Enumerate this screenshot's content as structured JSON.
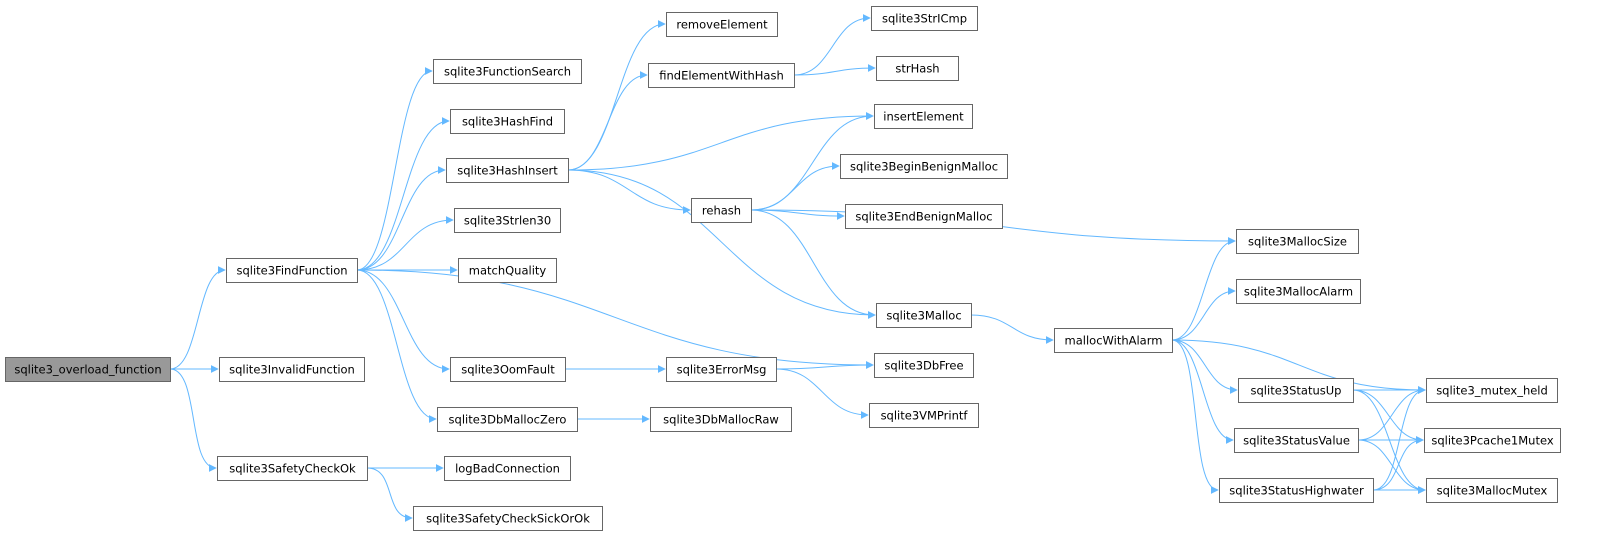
{
  "diagram": {
    "edge_color": "#63b8ff",
    "root_fill": "#999999",
    "nodes": [
      {
        "id": "overload",
        "label": "sqlite3_overload_function",
        "root": true
      },
      {
        "id": "findfunc",
        "label": "sqlite3FindFunction"
      },
      {
        "id": "invalid",
        "label": "sqlite3InvalidFunction"
      },
      {
        "id": "safety",
        "label": "sqlite3SafetyCheckOk"
      },
      {
        "id": "funcsearch",
        "label": "sqlite3FunctionSearch"
      },
      {
        "id": "hashfind",
        "label": "sqlite3HashFind"
      },
      {
        "id": "hashinsert",
        "label": "sqlite3HashInsert"
      },
      {
        "id": "strlen30",
        "label": "sqlite3Strlen30"
      },
      {
        "id": "matchq",
        "label": "matchQuality"
      },
      {
        "id": "oomfault",
        "label": "sqlite3OomFault"
      },
      {
        "id": "dbmalloczero",
        "label": "sqlite3DbMallocZero"
      },
      {
        "id": "logbad",
        "label": "logBadConnection"
      },
      {
        "id": "sickorok",
        "label": "sqlite3SafetyCheckSickOrOk"
      },
      {
        "id": "removeel",
        "label": "removeElement"
      },
      {
        "id": "findelhash",
        "label": "findElementWithHash"
      },
      {
        "id": "rehash",
        "label": "rehash"
      },
      {
        "id": "errormsg",
        "label": "sqlite3ErrorMsg"
      },
      {
        "id": "dbmallocraw",
        "label": "sqlite3DbMallocRaw"
      },
      {
        "id": "stricmp",
        "label": "sqlite3StrICmp"
      },
      {
        "id": "strhash",
        "label": "strHash"
      },
      {
        "id": "insertel",
        "label": "insertElement"
      },
      {
        "id": "beginbenign",
        "label": "sqlite3BeginBenignMalloc"
      },
      {
        "id": "endbenign",
        "label": "sqlite3EndBenignMalloc"
      },
      {
        "id": "malloc",
        "label": "sqlite3Malloc"
      },
      {
        "id": "dbfree",
        "label": "sqlite3DbFree"
      },
      {
        "id": "vmprintf",
        "label": "sqlite3VMPrintf"
      },
      {
        "id": "mallocalarm_fn",
        "label": "mallocWithAlarm"
      },
      {
        "id": "mallocsize",
        "label": "sqlite3MallocSize"
      },
      {
        "id": "mallocalarm",
        "label": "sqlite3MallocAlarm"
      },
      {
        "id": "statusup",
        "label": "sqlite3StatusUp"
      },
      {
        "id": "statusvalue",
        "label": "sqlite3StatusValue"
      },
      {
        "id": "statushw",
        "label": "sqlite3StatusHighwater"
      },
      {
        "id": "mutexheld",
        "label": "sqlite3_mutex_held"
      },
      {
        "id": "pcache",
        "label": "sqlite3Pcache1Mutex"
      },
      {
        "id": "mallocmutex",
        "label": "sqlite3MallocMutex"
      }
    ],
    "edges": [
      [
        "overload",
        "findfunc"
      ],
      [
        "overload",
        "invalid"
      ],
      [
        "overload",
        "safety"
      ],
      [
        "findfunc",
        "funcsearch"
      ],
      [
        "findfunc",
        "hashfind"
      ],
      [
        "findfunc",
        "hashinsert"
      ],
      [
        "findfunc",
        "strlen30"
      ],
      [
        "findfunc",
        "matchq"
      ],
      [
        "findfunc",
        "dbfree"
      ],
      [
        "findfunc",
        "oomfault"
      ],
      [
        "findfunc",
        "dbmalloczero"
      ],
      [
        "safety",
        "logbad"
      ],
      [
        "safety",
        "sickorok"
      ],
      [
        "hashinsert",
        "removeel"
      ],
      [
        "hashinsert",
        "findelhash"
      ],
      [
        "hashinsert",
        "insertel"
      ],
      [
        "hashinsert",
        "rehash"
      ],
      [
        "hashinsert",
        "malloc"
      ],
      [
        "findelhash",
        "stricmp"
      ],
      [
        "findelhash",
        "strhash"
      ],
      [
        "rehash",
        "insertel"
      ],
      [
        "rehash",
        "beginbenign"
      ],
      [
        "rehash",
        "endbenign"
      ],
      [
        "rehash",
        "mallocsize"
      ],
      [
        "rehash",
        "malloc"
      ],
      [
        "oomfault",
        "errormsg"
      ],
      [
        "errormsg",
        "dbfree"
      ],
      [
        "errormsg",
        "vmprintf"
      ],
      [
        "dbmalloczero",
        "dbmallocraw"
      ],
      [
        "malloc",
        "mallocalarm_fn"
      ],
      [
        "mallocalarm_fn",
        "mallocsize"
      ],
      [
        "mallocalarm_fn",
        "mallocalarm"
      ],
      [
        "mallocalarm_fn",
        "mutexheld"
      ],
      [
        "mallocalarm_fn",
        "statusup"
      ],
      [
        "mallocalarm_fn",
        "statusvalue"
      ],
      [
        "mallocalarm_fn",
        "statushw"
      ],
      [
        "statusup",
        "mutexheld"
      ],
      [
        "statusup",
        "pcache"
      ],
      [
        "statusup",
        "mallocmutex"
      ],
      [
        "statusvalue",
        "mutexheld"
      ],
      [
        "statusvalue",
        "pcache"
      ],
      [
        "statusvalue",
        "mallocmutex"
      ],
      [
        "statushw",
        "mutexheld"
      ],
      [
        "statushw",
        "pcache"
      ],
      [
        "statushw",
        "mallocmutex"
      ]
    ]
  }
}
